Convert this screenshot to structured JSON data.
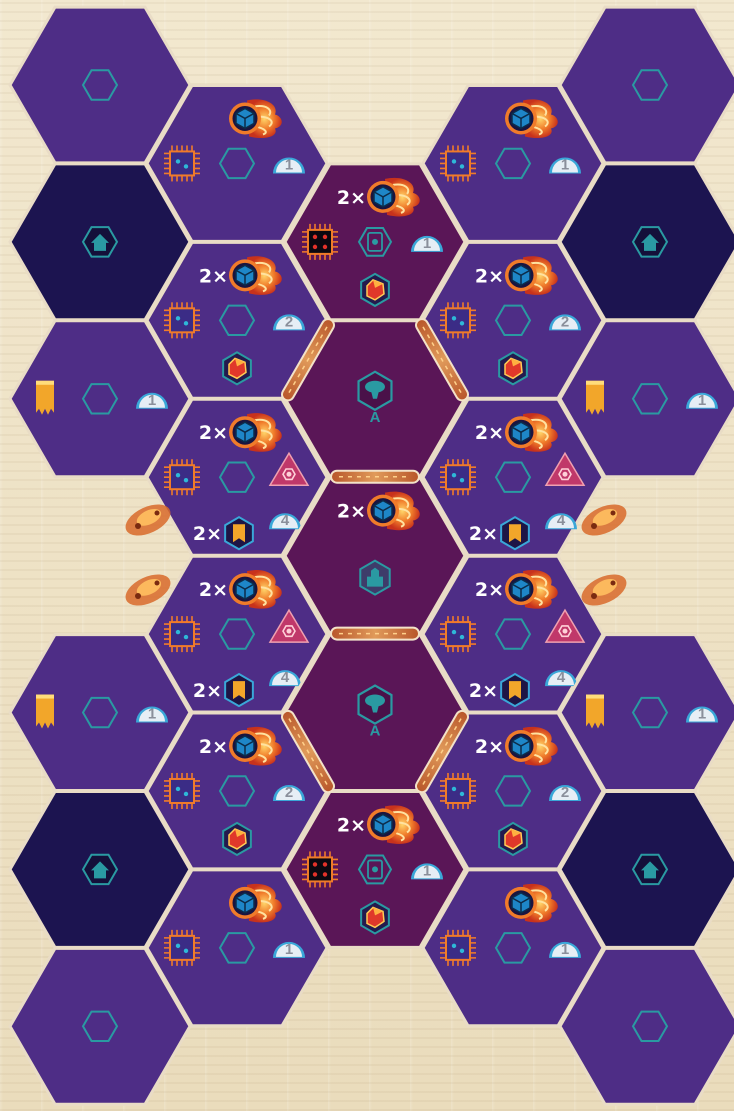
{
  "colors": {
    "violet": "#4e2d86",
    "navy": "#1c1450",
    "plum": "#5a1657",
    "hex_border": "#e9dcc6",
    "flame": "#f07b2a",
    "cube": "#1e86c8",
    "banner": "#f2a62a",
    "triangle": "#c0386a",
    "teal_icon": "#2a9aa2",
    "level_badge": "#e6eef5"
  },
  "board": {
    "tiles": [
      {
        "id": "t-a0",
        "col": 0,
        "row": 0,
        "kind": "violet",
        "icons": [
          {
            "t": "empty",
            "p": "c"
          }
        ]
      },
      {
        "id": "t-a1",
        "col": 0,
        "row": 1,
        "kind": "navy",
        "icons": [
          {
            "t": "home",
            "p": "c"
          }
        ]
      },
      {
        "id": "t-a2",
        "col": 0,
        "row": 2,
        "kind": "violet",
        "icons": [
          {
            "t": "banner",
            "p": "l"
          },
          {
            "t": "empty",
            "p": "m"
          },
          {
            "t": "level",
            "p": "r",
            "v": "1"
          }
        ]
      },
      {
        "id": "t-a4",
        "col": 0,
        "row": 4,
        "kind": "violet",
        "icons": [
          {
            "t": "banner",
            "p": "l"
          },
          {
            "t": "empty",
            "p": "m"
          },
          {
            "t": "level",
            "p": "r",
            "v": "1"
          }
        ]
      },
      {
        "id": "t-a5",
        "col": 0,
        "row": 5,
        "kind": "navy",
        "icons": [
          {
            "t": "home",
            "p": "c"
          }
        ]
      },
      {
        "id": "t-a6",
        "col": 0,
        "row": 6,
        "kind": "violet",
        "icons": [
          {
            "t": "empty",
            "p": "c"
          }
        ]
      },
      {
        "id": "t-b0",
        "col": 1,
        "row": 0.5,
        "kind": "violet",
        "icons": [
          {
            "t": "comet",
            "p": "top"
          },
          {
            "t": "chip",
            "p": "l"
          },
          {
            "t": "empty",
            "p": "m"
          },
          {
            "t": "level",
            "p": "r",
            "v": "1"
          }
        ]
      },
      {
        "id": "t-b1",
        "col": 1,
        "row": 1.5,
        "kind": "violet",
        "icons": [
          {
            "t": "comet",
            "p": "top",
            "m": "2×"
          },
          {
            "t": "chip",
            "p": "l"
          },
          {
            "t": "empty",
            "p": "m"
          },
          {
            "t": "level",
            "p": "r",
            "v": "2"
          },
          {
            "t": "gem",
            "p": "bot"
          }
        ]
      },
      {
        "id": "t-b2",
        "col": 1,
        "row": 2.5,
        "kind": "violet",
        "icons": [
          {
            "t": "comet",
            "p": "top",
            "m": "2×"
          },
          {
            "t": "chip",
            "p": "l"
          },
          {
            "t": "empty",
            "p": "m"
          },
          {
            "t": "triangle",
            "p": "r"
          },
          {
            "t": "banner-badge",
            "p": "bot",
            "m": "2×"
          },
          {
            "t": "level",
            "p": "botr",
            "v": "4"
          }
        ]
      },
      {
        "id": "t-b3",
        "col": 1,
        "row": 3.5,
        "kind": "violet",
        "icons": [
          {
            "t": "comet",
            "p": "top",
            "m": "2×"
          },
          {
            "t": "chip",
            "p": "l"
          },
          {
            "t": "empty",
            "p": "m"
          },
          {
            "t": "triangle",
            "p": "r"
          },
          {
            "t": "banner-badge",
            "p": "bot",
            "m": "2×"
          },
          {
            "t": "level",
            "p": "botr",
            "v": "4"
          }
        ]
      },
      {
        "id": "t-b4",
        "col": 1,
        "row": 4.5,
        "kind": "violet",
        "icons": [
          {
            "t": "comet",
            "p": "top",
            "m": "2×"
          },
          {
            "t": "chip",
            "p": "l"
          },
          {
            "t": "empty",
            "p": "m"
          },
          {
            "t": "level",
            "p": "r",
            "v": "2"
          },
          {
            "t": "gem",
            "p": "bot"
          }
        ]
      },
      {
        "id": "t-b5",
        "col": 1,
        "row": 5.5,
        "kind": "violet",
        "icons": [
          {
            "t": "comet",
            "p": "top"
          },
          {
            "t": "chip",
            "p": "l"
          },
          {
            "t": "empty",
            "p": "m"
          },
          {
            "t": "level",
            "p": "r",
            "v": "1"
          }
        ]
      },
      {
        "id": "t-c1",
        "col": 2,
        "row": 1,
        "kind": "plum",
        "icons": [
          {
            "t": "comet",
            "p": "top",
            "m": "2×"
          },
          {
            "t": "chip-dark",
            "p": "l"
          },
          {
            "t": "module",
            "p": "m"
          },
          {
            "t": "level",
            "p": "r",
            "v": "1"
          },
          {
            "t": "gem",
            "p": "bot"
          }
        ]
      },
      {
        "id": "t-c2",
        "col": 2,
        "row": 2,
        "kind": "plum",
        "icons": [
          {
            "t": "relic",
            "p": "c",
            "v": "A"
          }
        ]
      },
      {
        "id": "t-c3",
        "col": 2,
        "row": 3,
        "kind": "plum",
        "icons": [
          {
            "t": "comet",
            "p": "top",
            "m": "2×"
          },
          {
            "t": "hut",
            "p": "c2"
          }
        ]
      },
      {
        "id": "t-c4",
        "col": 2,
        "row": 4,
        "kind": "plum",
        "icons": [
          {
            "t": "relic",
            "p": "c",
            "v": "A"
          }
        ]
      },
      {
        "id": "t-c5",
        "col": 2,
        "row": 5,
        "kind": "plum",
        "icons": [
          {
            "t": "comet",
            "p": "top",
            "m": "2×"
          },
          {
            "t": "chip-dark",
            "p": "l"
          },
          {
            "t": "module",
            "p": "m"
          },
          {
            "t": "level",
            "p": "r",
            "v": "1"
          },
          {
            "t": "gem",
            "p": "bot"
          }
        ]
      },
      {
        "id": "t-d0",
        "col": 3,
        "row": 0.5,
        "kind": "violet",
        "icons": [
          {
            "t": "comet",
            "p": "top"
          },
          {
            "t": "chip",
            "p": "l"
          },
          {
            "t": "empty",
            "p": "m"
          },
          {
            "t": "level",
            "p": "r",
            "v": "1"
          }
        ]
      },
      {
        "id": "t-d1",
        "col": 3,
        "row": 1.5,
        "kind": "violet",
        "icons": [
          {
            "t": "comet",
            "p": "top",
            "m": "2×"
          },
          {
            "t": "chip",
            "p": "l"
          },
          {
            "t": "empty",
            "p": "m"
          },
          {
            "t": "level",
            "p": "r",
            "v": "2"
          },
          {
            "t": "gem",
            "p": "bot"
          }
        ]
      },
      {
        "id": "t-d2",
        "col": 3,
        "row": 2.5,
        "kind": "violet",
        "icons": [
          {
            "t": "comet",
            "p": "top",
            "m": "2×"
          },
          {
            "t": "chip",
            "p": "l"
          },
          {
            "t": "empty",
            "p": "m"
          },
          {
            "t": "triangle",
            "p": "r"
          },
          {
            "t": "banner-badge",
            "p": "bot",
            "m": "2×"
          },
          {
            "t": "level",
            "p": "botr",
            "v": "4"
          }
        ]
      },
      {
        "id": "t-d3",
        "col": 3,
        "row": 3.5,
        "kind": "violet",
        "icons": [
          {
            "t": "comet",
            "p": "top",
            "m": "2×"
          },
          {
            "t": "chip",
            "p": "l"
          },
          {
            "t": "empty",
            "p": "m"
          },
          {
            "t": "triangle",
            "p": "r"
          },
          {
            "t": "banner-badge",
            "p": "bot",
            "m": "2×"
          },
          {
            "t": "level",
            "p": "botr",
            "v": "4"
          }
        ]
      },
      {
        "id": "t-d4",
        "col": 3,
        "row": 4.5,
        "kind": "violet",
        "icons": [
          {
            "t": "comet",
            "p": "top",
            "m": "2×"
          },
          {
            "t": "chip",
            "p": "l"
          },
          {
            "t": "empty",
            "p": "m"
          },
          {
            "t": "level",
            "p": "r",
            "v": "2"
          },
          {
            "t": "gem",
            "p": "bot"
          }
        ]
      },
      {
        "id": "t-d5",
        "col": 3,
        "row": 5.5,
        "kind": "violet",
        "icons": [
          {
            "t": "comet",
            "p": "top"
          },
          {
            "t": "chip",
            "p": "l"
          },
          {
            "t": "empty",
            "p": "m"
          },
          {
            "t": "level",
            "p": "r",
            "v": "1"
          }
        ]
      },
      {
        "id": "t-e0",
        "col": 4,
        "row": 0,
        "kind": "violet",
        "icons": [
          {
            "t": "empty",
            "p": "c"
          }
        ]
      },
      {
        "id": "t-e1",
        "col": 4,
        "row": 1,
        "kind": "navy",
        "icons": [
          {
            "t": "home",
            "p": "c"
          }
        ]
      },
      {
        "id": "t-e2",
        "col": 4,
        "row": 2,
        "kind": "violet",
        "icons": [
          {
            "t": "banner",
            "p": "l"
          },
          {
            "t": "empty",
            "p": "m"
          },
          {
            "t": "level",
            "p": "r",
            "v": "1"
          }
        ]
      },
      {
        "id": "t-e4",
        "col": 4,
        "row": 4,
        "kind": "violet",
        "icons": [
          {
            "t": "banner",
            "p": "l"
          },
          {
            "t": "empty",
            "p": "m"
          },
          {
            "t": "level",
            "p": "r",
            "v": "1"
          }
        ]
      },
      {
        "id": "t-e5",
        "col": 4,
        "row": 5,
        "kind": "navy",
        "icons": [
          {
            "t": "home",
            "p": "c"
          }
        ]
      },
      {
        "id": "t-e6",
        "col": 4,
        "row": 6,
        "kind": "violet",
        "icons": [
          {
            "t": "empty",
            "p": "c"
          }
        ]
      }
    ],
    "walls": [
      {
        "id": "w1",
        "orient": "nw-left"
      },
      {
        "id": "w2",
        "orient": "ne-right"
      },
      {
        "id": "w3",
        "orient": "h-top"
      },
      {
        "id": "w4",
        "orient": "h-bot"
      },
      {
        "id": "w5",
        "orient": "sw-left"
      },
      {
        "id": "w6",
        "orient": "se-right"
      }
    ],
    "embers": [
      "left-upper",
      "left-lower",
      "right-upper",
      "right-lower"
    ]
  }
}
